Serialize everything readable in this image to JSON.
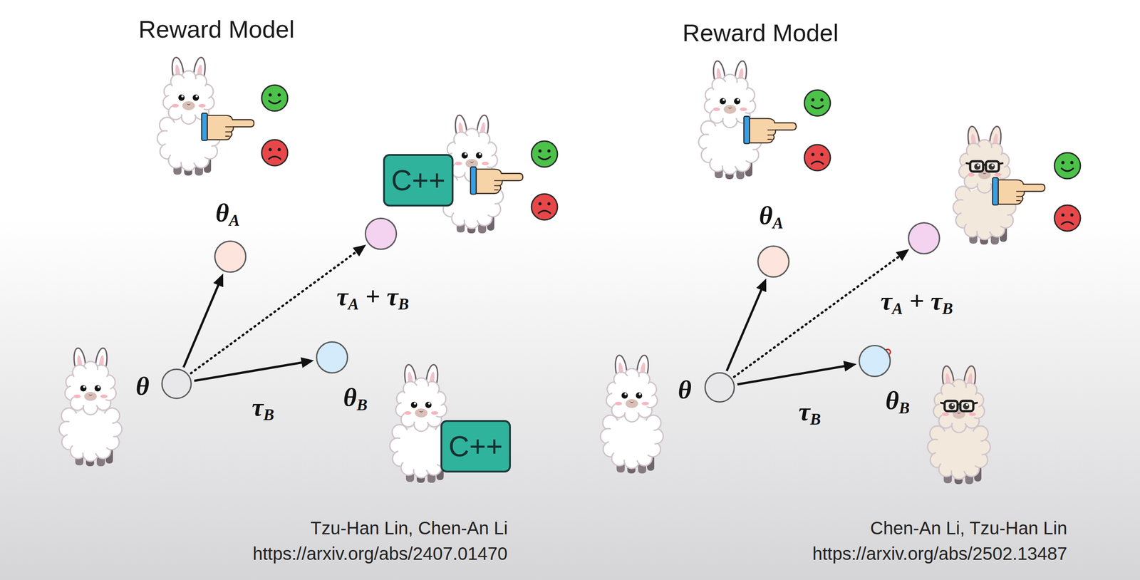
{
  "diagram": {
    "nodes": [
      {
        "text": [
          "θA"
        ]
      },
      {
        "text": [
          "C++"
        ]
      },
      {
        "text": []
      },
      {
        "text": [
          "θ"
        ]
      },
      {
        "text": [
          "θB"
        ]
      },
      {
        "text": [
          "C++"
        ]
      },
      {
        "text": [
          "θA"
        ]
      },
      {
        "text": []
      },
      {
        "text": [
          "θ"
        ]
      },
      {
        "text": [
          "θB"
        ]
      }
    ],
    "edges": [
      {
        "from": 3,
        "to": 0,
        "arrow": "to"
      },
      {
        "from": 3,
        "to": 2,
        "arrow": "to",
        "label": "τA + τB"
      },
      {
        "from": 3,
        "to": 4,
        "arrow": "to",
        "label": "τB"
      },
      {
        "from": 8,
        "to": 6,
        "arrow": "to"
      },
      {
        "from": 8,
        "to": 7,
        "arrow": "to",
        "label": "τA + τB"
      },
      {
        "from": 8,
        "to": 9,
        "arrow": "to",
        "label": "τB"
      }
    ],
    "labels": [
      "Reward Model",
      "Tzu-Han Lin, Chen-An Li",
      "https://arxiv.org/abs/2407.01470",
      "Reward Model",
      "Chen-An Li, Tzu-Han Lin",
      "https://arxiv.org/abs/2502.13487"
    ]
  }
}
